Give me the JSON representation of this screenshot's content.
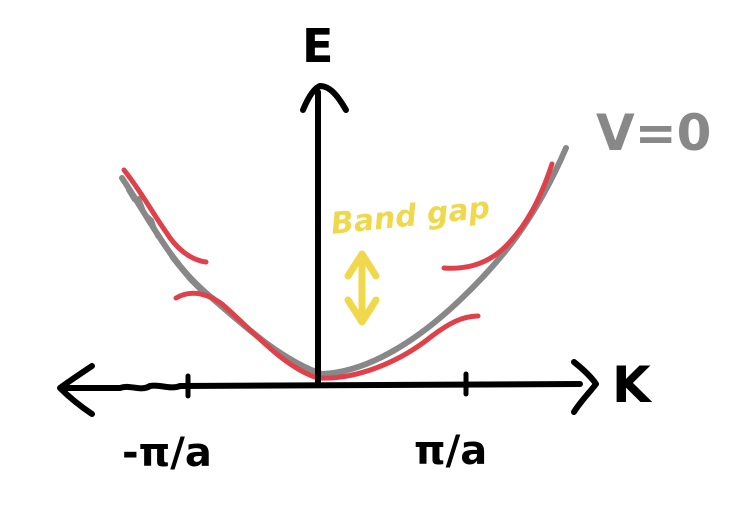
{
  "labels": {
    "energy_axis": "E",
    "wavevector_axis": "K",
    "free_electron_curve": "V=0",
    "band_gap": "Band gap",
    "left_zone_edge": "-π/a",
    "right_zone_edge": "π/a"
  },
  "colors": {
    "axes": "#000000",
    "free_electron_curve": "#888888",
    "band_curves": "#e0404a",
    "band_gap_annotation": "#f0d84c",
    "background": "#ffffff"
  }
}
